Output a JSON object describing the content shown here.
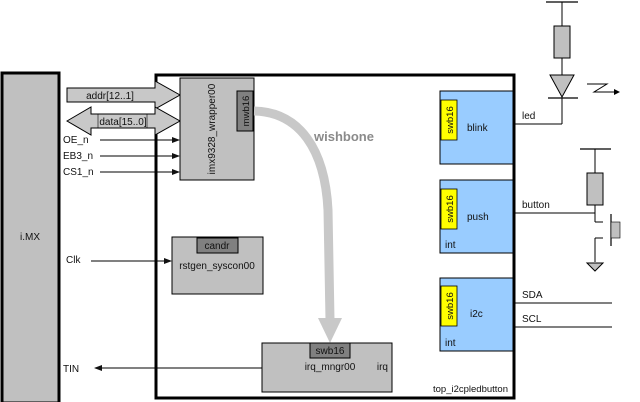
{
  "colors": {
    "block_gray": "#c0c0c0",
    "port_dark": "#808080",
    "peripheral_blue": "#99ccff",
    "port_yellow": "#ffff00",
    "bus_gray": "#c8c8c8",
    "wishbone_text": "#8a8a8a"
  },
  "imx": {
    "label": "i.MX"
  },
  "top": {
    "label": "top_i2cpledbutton"
  },
  "wishbone_label": "wishbone",
  "signals": {
    "addr": "addr[12..1]",
    "data": "data[15..0]",
    "oe": "OE_n",
    "eb3": "EB3_n",
    "cs1": "CS1_n",
    "clk": "Clk",
    "tin": "TIN"
  },
  "wrapper": {
    "label": "imx9328_wrapper00",
    "port": "mwb16"
  },
  "rstgen": {
    "label": "rstgen_syscon00",
    "port": "candr"
  },
  "irq_mngr": {
    "label": "irq_mngr00",
    "port": "swb16",
    "irq": "irq"
  },
  "peripherals": [
    {
      "name": "blink",
      "port": "swb16",
      "int": ""
    },
    {
      "name": "push",
      "port": "swb16",
      "int": "int"
    },
    {
      "name": "i2c",
      "port": "swb16",
      "int": "int"
    }
  ],
  "external": {
    "led": "led",
    "button": "button",
    "sda": "SDA",
    "scl": "SCL"
  }
}
